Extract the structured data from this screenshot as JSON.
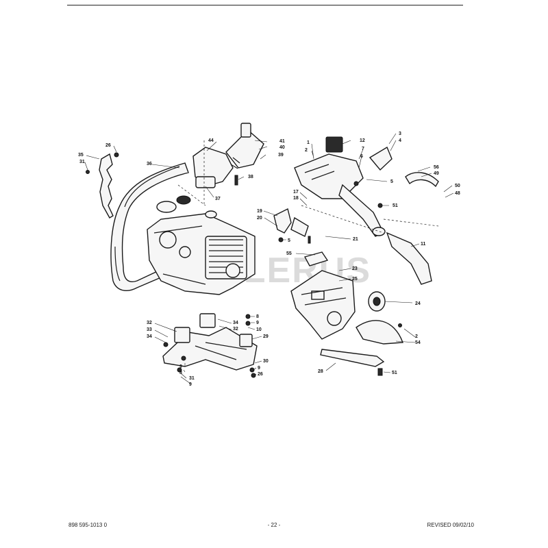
{
  "footer": {
    "part_number": "898 595-1013 0",
    "page": "- 22 -",
    "revision": "REVISED 09/02/10"
  },
  "watermark": {
    "text": "GALLERUS"
  },
  "callouts": [
    "26",
    "35",
    "31",
    "36",
    "44",
    "41",
    "40",
    "39",
    "38",
    "37",
    "1",
    "2",
    "12",
    "3",
    "4",
    "7",
    "6",
    "5",
    "56",
    "49",
    "50",
    "48",
    "17",
    "18",
    "51",
    "19",
    "20",
    "5",
    "21",
    "11",
    "55",
    "23",
    "25",
    "24",
    "32",
    "33",
    "34",
    "34",
    "32",
    "8",
    "9",
    "10",
    "29",
    "2",
    "54",
    "9",
    "8",
    "31",
    "9",
    "30",
    "9",
    "26",
    "28",
    "51"
  ]
}
